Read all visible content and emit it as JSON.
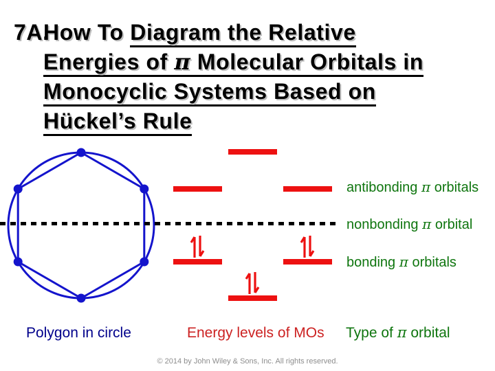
{
  "title": {
    "number": "7A.",
    "line1": {
      "plain": "How To ",
      "underlined": "Diagram the Relative"
    },
    "line2": {
      "pre": "Energies of ",
      "pi": "π",
      "post": " Molecular Orbitals in"
    },
    "line3": "Monocyclic Systems Based on",
    "line4": "Hückel’s Rule"
  },
  "diagram": {
    "polygon_figure": {
      "shape": "hexagon",
      "sides": 6,
      "vertex_dots": 6,
      "inscribed_in": "circle"
    },
    "mo_levels": [
      {
        "row": "top",
        "bars": 1,
        "type": "antibonding",
        "electron_pairs": 0
      },
      {
        "row": "upper-middle",
        "bars": 2,
        "type": "antibonding",
        "electron_pairs": 0
      },
      {
        "row": "middle",
        "bars": 0,
        "type": "nonbonding",
        "style": "dashed-line"
      },
      {
        "row": "lower-middle",
        "bars": 2,
        "type": "bonding",
        "electron_pairs": 2
      },
      {
        "row": "bottom",
        "bars": 1,
        "type": "bonding",
        "electron_pairs": 1
      }
    ],
    "orbital_labels": {
      "antibonding": {
        "pre": "antibonding ",
        "pi": "π",
        "post": " orbitals"
      },
      "nonbonding": {
        "pre": "nonbonding ",
        "pi": "π",
        "post": " orbital"
      },
      "bonding": {
        "pre": "bonding ",
        "pi": "π",
        "post": " orbitals"
      }
    }
  },
  "captions": {
    "polygon": "Polygon in circle",
    "energy": "Energy levels of MOs",
    "type": {
      "pre": "Type of ",
      "pi": "π",
      "post": " orbital"
    }
  },
  "footer": {
    "copyright": "© 2014 by John Wiley & Sons, Inc. All rights reserved."
  },
  "colors": {
    "shape_blue": "#1414cc",
    "level_red": "#ed1111",
    "label_green": "#0e750e",
    "caption_navy": "#00008b",
    "caption_red": "#cc2222",
    "copyright_gray": "#8d8d8d",
    "title_black": "#000000"
  }
}
